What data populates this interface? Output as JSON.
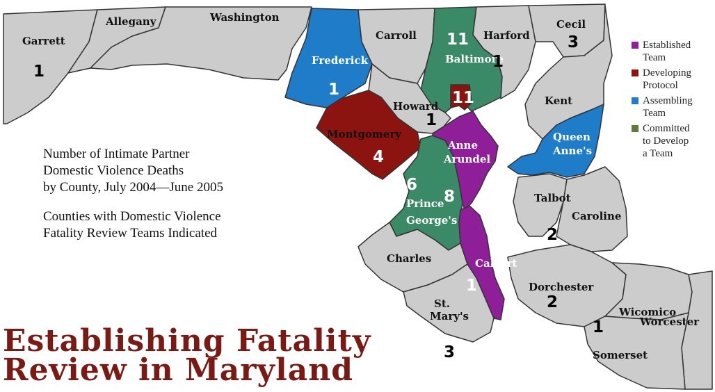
{
  "colors": {
    "gray": "#cccccc",
    "established": "#8e1f99",
    "developing": "#8c1410",
    "assembling": "#1f7cc8",
    "committed": "#3a8a68",
    "outline": "#333333",
    "title": "#7a1a14"
  },
  "intro": {
    "lines": [
      "Number of Intimate Partner",
      "Domestic Violence Deaths",
      "by County, July 2004—June 2005"
    ],
    "note_lines": [
      "Counties with Domestic Violence",
      "Fatality Review Teams Indicated"
    ]
  },
  "title": {
    "lines": [
      "Establishing Fatality",
      "Review in Maryland"
    ]
  },
  "legend": [
    {
      "status": "established",
      "lines": [
        "Established",
        "Team"
      ],
      "color": "#8e1f99"
    },
    {
      "status": "developing",
      "lines": [
        "Developing",
        "Protocol"
      ],
      "color": "#8c1410"
    },
    {
      "status": "assembling",
      "lines": [
        "Assembling",
        "Team"
      ],
      "color": "#1f7cc8"
    },
    {
      "status": "committed",
      "lines": [
        "Committed",
        "to Develop",
        "a Team"
      ],
      "color": "#5f7a3a"
    }
  ],
  "counties": {
    "garrett": {
      "name": "Garrett",
      "count": "1",
      "status": "none"
    },
    "allegany": {
      "name": "Allegany",
      "count": "",
      "status": "none"
    },
    "washington": {
      "name": "Washington",
      "count": "",
      "status": "none"
    },
    "frederick": {
      "name": "Frederick",
      "count": "1",
      "status": "assembling"
    },
    "carroll": {
      "name": "Carroll",
      "count": "",
      "status": "none"
    },
    "baltimore": {
      "name": "Baltimore",
      "count": "11",
      "status": "committed"
    },
    "baltimore_city": {
      "name": "",
      "count": "11",
      "status": "developing"
    },
    "harford": {
      "name": "Harford",
      "count": "1",
      "status": "none"
    },
    "cecil": {
      "name": "Cecil",
      "count": "3",
      "status": "none"
    },
    "howard": {
      "name": "Howard",
      "count": "1",
      "status": "none"
    },
    "montgomery": {
      "name": "Montgomery",
      "count": "4",
      "status": "developing"
    },
    "anne_arundel": {
      "name_lines": [
        "Anne",
        "Arundel"
      ],
      "count": "8",
      "status": "established"
    },
    "prince_georges": {
      "name_lines": [
        "Prince",
        "George's"
      ],
      "count": "6",
      "status": "committed"
    },
    "kent": {
      "name": "Kent",
      "count": "",
      "status": "none"
    },
    "queen_annes": {
      "name_lines": [
        "Queen",
        "Anne's"
      ],
      "count": "",
      "status": "assembling"
    },
    "talbot": {
      "name": "Talbot",
      "count": "2",
      "status": "none"
    },
    "caroline": {
      "name": "Caroline",
      "count": "",
      "status": "none"
    },
    "charles": {
      "name": "Charles",
      "count": "",
      "status": "none"
    },
    "calvert": {
      "name": "Calvert",
      "count": "1",
      "status": "established"
    },
    "st_marys": {
      "name_lines": [
        "St.",
        "Mary's"
      ],
      "count": "3",
      "status": "none"
    },
    "dorchester": {
      "name": "Dorchester",
      "count": "2",
      "status": "none"
    },
    "wicomico": {
      "name": "Wicomico",
      "count": "1",
      "status": "none"
    },
    "worcester": {
      "name": "Worcester",
      "count": "",
      "status": "none"
    },
    "somerset": {
      "name": "Somerset",
      "count": "",
      "status": "none"
    }
  }
}
